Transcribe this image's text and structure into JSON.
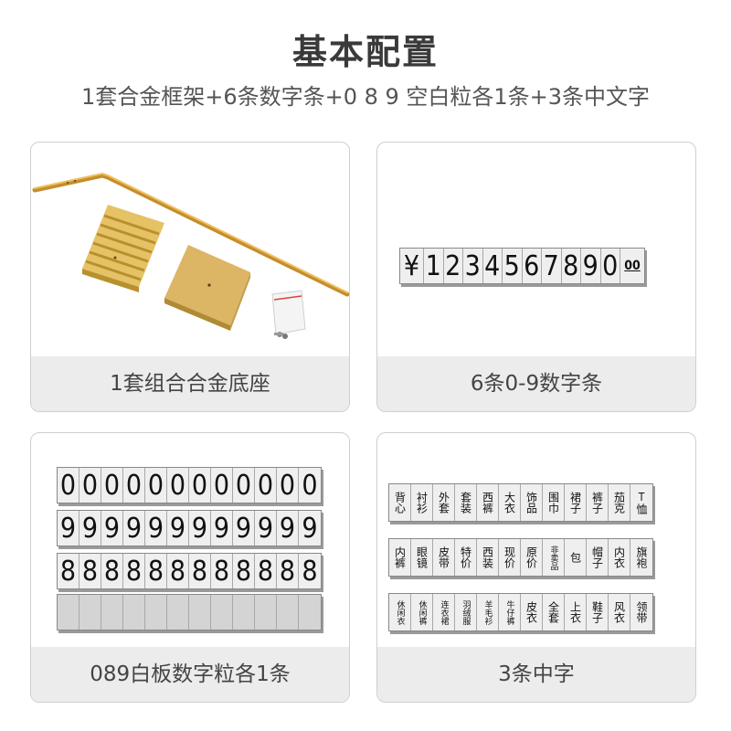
{
  "header": {
    "title": "基本配置",
    "subtitle": "1套合金框架+6条数字条+0 8 9 空白粒各1条+3条中文字"
  },
  "cards": {
    "base": {
      "caption": "1套组合合金底座"
    },
    "numbers": {
      "caption": "6条0-9数字条",
      "strip": [
        "¥",
        "1",
        "2",
        "3",
        "4",
        "5",
        "6",
        "7",
        "8",
        "9",
        "0",
        "00"
      ]
    },
    "blanks": {
      "caption": "089白板数字粒各1条",
      "row0": [
        "0",
        "0",
        "0",
        "0",
        "0",
        "0",
        "0",
        "0",
        "0",
        "0",
        "0",
        "0"
      ],
      "row9": [
        "9",
        "9",
        "9",
        "9",
        "9",
        "9",
        "9",
        "9",
        "9",
        "9",
        "9",
        "9"
      ],
      "row8": [
        "8",
        "8",
        "8",
        "8",
        "8",
        "8",
        "8",
        "8",
        "8",
        "8",
        "8",
        "8"
      ],
      "blank": [
        "",
        "",
        "",
        "",
        "",
        "",
        "",
        "",
        "",
        "",
        "",
        ""
      ]
    },
    "chinese": {
      "caption": "3条中字",
      "strip1": [
        "背心",
        "衬衫",
        "外套",
        "套装",
        "西裤",
        "大衣",
        "饰品",
        "围巾",
        "裙子",
        "裤子",
        "茄克",
        "T恤"
      ],
      "strip2": [
        "内裤",
        "眼镜",
        "皮带",
        "特价",
        "西装",
        "现价",
        "原价",
        "非卖品",
        "包",
        "帽子",
        "内衣",
        "旗袍"
      ],
      "strip3": [
        "休闲衣",
        "休闲裤",
        "连衣裙",
        "羽绒服",
        "羊毛衫",
        "牛仔裤",
        "皮衣",
        "全套",
        "上衣",
        "鞋子",
        "风衣",
        "领带"
      ]
    }
  },
  "colors": {
    "gold": "#e1ad48",
    "gold_dark": "#c58e2c",
    "caption_bg": "#ececec"
  }
}
